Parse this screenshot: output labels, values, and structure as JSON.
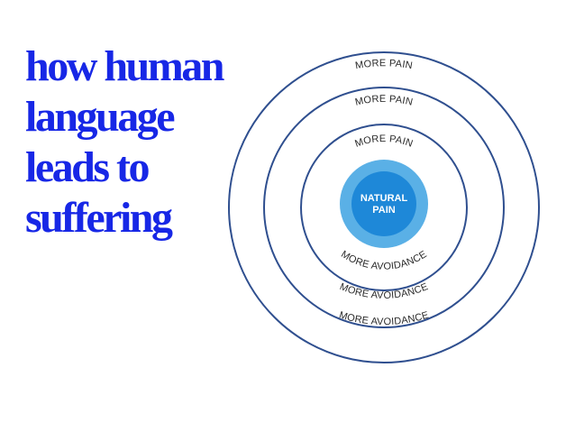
{
  "title": {
    "lines": [
      "how human",
      "language",
      "leads to",
      "suffering"
    ]
  },
  "diagram": {
    "outer_ring_top": "MORE PAIN",
    "middle_ring_top": "MORE PAIN",
    "inner_ring_top": "MORE PAIN",
    "inner_ring_bottom": "MORE AVOIDANCE",
    "middle_ring_bottom": "MORE AVOIDANCE",
    "outer_ring_bottom": "MORE AVOIDANCE",
    "core_line1": "NATURAL",
    "core_line2": "PAIN",
    "colors": {
      "ring_stroke": "#2f4f8f",
      "core_outer": "#5ab0e6",
      "core_inner": "#1e88d8",
      "title": "#1727e6"
    }
  }
}
